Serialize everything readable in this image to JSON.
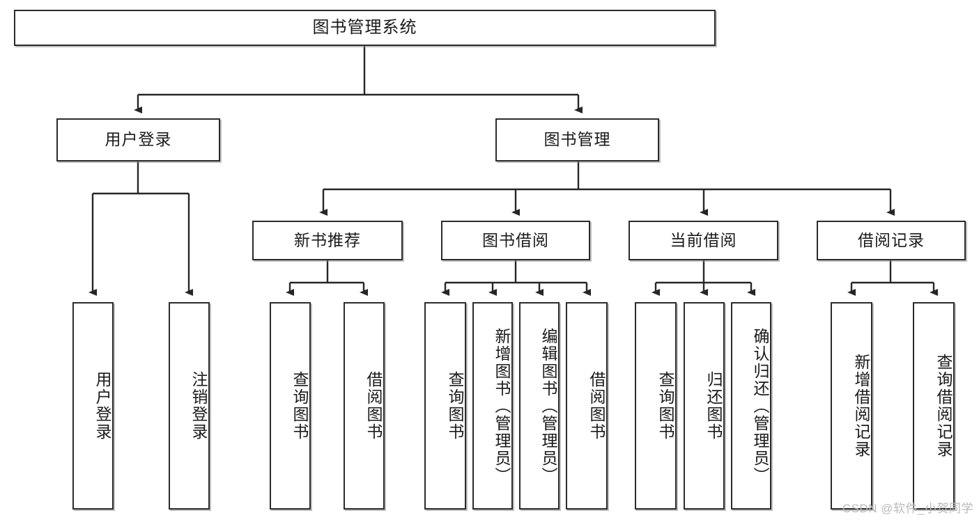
{
  "diagram": {
    "title": "图书管理系统",
    "type": "tree-hierarchy",
    "watermark": "CSDN @软件_小贺同学",
    "levels": {
      "root": {
        "label": "图书管理系统"
      },
      "level2": [
        {
          "id": "user-login",
          "label": "用户登录"
        },
        {
          "id": "book-manage",
          "label": "图书管理"
        }
      ],
      "level3": [
        {
          "id": "new-book-rec",
          "label": "新书推荐",
          "parent": "book-manage"
        },
        {
          "id": "book-borrow",
          "label": "图书借阅",
          "parent": "book-manage"
        },
        {
          "id": "current-borrow",
          "label": "当前借阅",
          "parent": "book-manage"
        },
        {
          "id": "borrow-record",
          "label": "借阅记录",
          "parent": "book-manage"
        }
      ],
      "leaves": [
        {
          "id": "leaf-user-login",
          "label": "用户登录",
          "parent": "user-login"
        },
        {
          "id": "leaf-logout-login",
          "label": "注销登录",
          "parent": "user-login"
        },
        {
          "id": "leaf-query-book-1",
          "label": "查询图书",
          "parent": "new-book-rec"
        },
        {
          "id": "leaf-borrow-book-1",
          "label": "借阅图书",
          "parent": "new-book-rec"
        },
        {
          "id": "leaf-query-book-2",
          "label": "查询图书",
          "parent": "book-borrow"
        },
        {
          "id": "leaf-add-book",
          "label": "新增图书（管理员）",
          "parent": "book-borrow"
        },
        {
          "id": "leaf-edit-book",
          "label": "编辑图书（管理员）",
          "parent": "book-borrow"
        },
        {
          "id": "leaf-borrow-book-2",
          "label": "借阅图书",
          "parent": "book-borrow"
        },
        {
          "id": "leaf-query-book-3",
          "label": "查询图书",
          "parent": "current-borrow"
        },
        {
          "id": "leaf-return-book",
          "label": "归还图书",
          "parent": "current-borrow"
        },
        {
          "id": "leaf-confirm-return",
          "label": "确认归还（管理员）",
          "parent": "current-borrow"
        },
        {
          "id": "leaf-add-record",
          "label": "新增借阅记录",
          "parent": "borrow-record"
        },
        {
          "id": "leaf-query-record",
          "label": "查询借阅记录",
          "parent": "borrow-record"
        }
      ]
    },
    "colors": {
      "box_border": "#2b2b2b",
      "box_fill": "#ffffff",
      "edge": "#262626",
      "text": "#1a1a1a",
      "watermark": "#b9b9b9"
    }
  }
}
